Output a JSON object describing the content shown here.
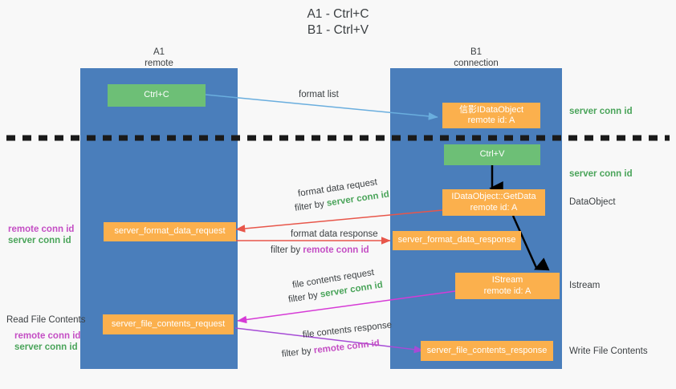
{
  "title": {
    "line1": "A1 - Ctrl+C",
    "line2": "B1 - Ctrl+V"
  },
  "columns": [
    {
      "id": "a1",
      "name": "A1",
      "subtitle": "remote"
    },
    {
      "id": "b1",
      "name": "B1",
      "subtitle": "connection"
    }
  ],
  "nodes": {
    "ctrl_c": {
      "line1": "Ctrl+C",
      "color": "#6dbf76"
    },
    "ctrl_v": {
      "line1": "Ctrl+V",
      "color": "#6dbf76"
    },
    "idataobject": {
      "line1": "信影IDataObject",
      "line2": "remote id: A",
      "color": "#fbb04d"
    },
    "getdata": {
      "line1": "IDataObject::GetData",
      "line2": "remote id: A",
      "color": "#fbb04d"
    },
    "istream": {
      "line1": "IStream",
      "line2": "remote id: A",
      "color": "#fbb04d"
    },
    "server_format_data_request": {
      "line1": "server_format_data_request",
      "color": "#fbb04d"
    },
    "server_format_data_response": {
      "line1": "server_format_data_response",
      "color": "#fbb04d"
    },
    "server_file_contents_request": {
      "line1": "server_file_contents_request",
      "color": "#fbb04d"
    },
    "server_file_contents_response": {
      "line1": "server_file_contents_response",
      "color": "#fbb04d"
    }
  },
  "edge_labels": {
    "format_list": "format list",
    "format_data_request": "format data request",
    "format_data_request_filter_prefix": "filter by ",
    "format_data_request_filter_value": "server conn id",
    "format_data_response": "format data response",
    "format_data_response_filter_prefix": "filter by ",
    "format_data_response_filter_value": "remote conn id",
    "file_contents_request": "file contents request",
    "file_contents_request_filter_prefix": "filter by ",
    "file_contents_request_filter_value": "server conn id",
    "file_contents_response": "file contents response",
    "file_contents_response_filter_prefix": "filter by ",
    "file_contents_response_filter_value": "remote conn id"
  },
  "side_labels": {
    "right_server_conn_id_top": "server conn id",
    "right_server_conn_id_mid": "server conn id",
    "right_dataobject": "DataObject",
    "right_istream": "Istream",
    "right_write_file_contents": "Write File Contents",
    "left_remote_conn_id_1": "remote conn id",
    "left_server_conn_id_1": "server conn id",
    "left_read_file_contents": "Read File Contents",
    "left_remote_conn_id_2": "remote conn id",
    "left_server_conn_id_2": "server conn id"
  },
  "colors": {
    "background": "#f8f8f8",
    "column_blue": "#4a7ebb",
    "node_green": "#6dbf76",
    "node_orange": "#fbb04d",
    "conn_green": "#4aa45a",
    "conn_purple": "#c44ec4",
    "arrow_light_blue": "#6aaede",
    "arrow_red": "#e8564a",
    "arrow_magenta": "#d63bd6",
    "arrow_purple": "#a64bd6",
    "arrow_black": "#000000",
    "divider_black": "#1a1a1a",
    "text": "#3c4043"
  }
}
